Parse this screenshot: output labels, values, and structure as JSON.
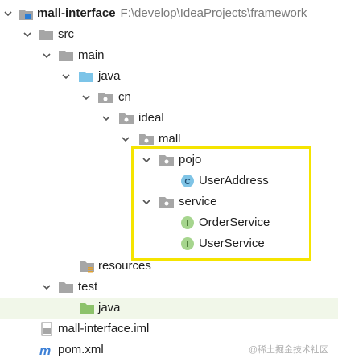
{
  "tree": {
    "project": {
      "name": "mall-interface",
      "path": "F:\\develop\\IdeaProjects\\framework"
    },
    "src": "src",
    "main": "main",
    "java_main": "java",
    "cn": "cn",
    "ideal": "ideal",
    "mall": "mall",
    "pojo": "pojo",
    "user_address": "UserAddress",
    "service": "service",
    "order_service": "OrderService",
    "user_service": "UserService",
    "resources": "resources",
    "test": "test",
    "java_test": "java",
    "iml": "mall-interface.iml",
    "pom": "pom.xml"
  },
  "class_badge": "C",
  "interface_badge": "I",
  "watermark": "@稀土掘金技术社区",
  "colors": {
    "folder": "#a6a6a6",
    "source_folder": "#7cc4e8",
    "test_folder": "#8cc26a",
    "class_icon": "#7fc4e6",
    "interface_icon": "#a6d58e",
    "highlight": "#f5e400",
    "selected_row": "#f1f7e9"
  }
}
